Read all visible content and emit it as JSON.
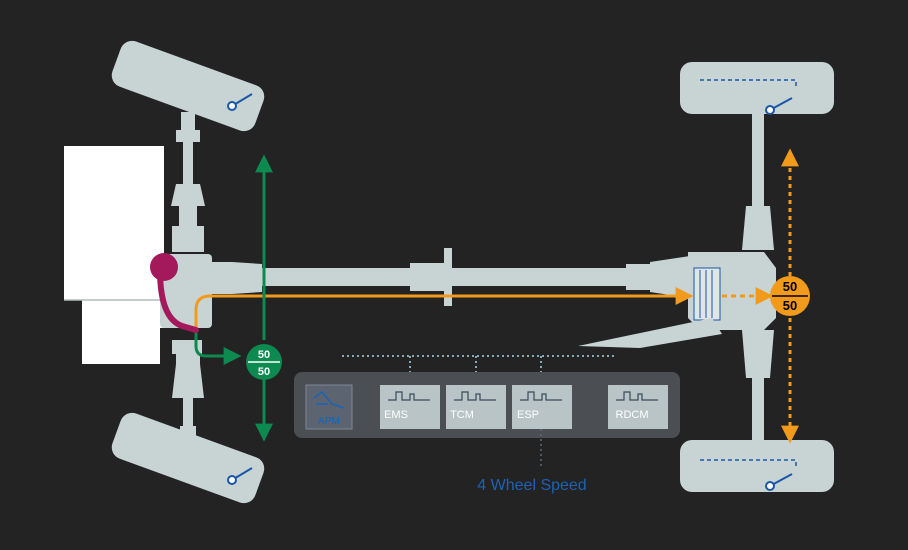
{
  "front_split": {
    "top": "50",
    "bottom": "50"
  },
  "rear_split": {
    "top": "50",
    "bottom": "50"
  },
  "modules": {
    "apm": "APM",
    "ems": "EMS",
    "tcm": "TCM",
    "esp": "ESP",
    "rdcm": "RDCM"
  },
  "caption": "4 Wheel Speed",
  "colors": {
    "background": "#232323",
    "component": "#c8d4d4",
    "front_flow": "#0d8a50",
    "rear_flow": "#f19a1b",
    "ptu": "#a3195b",
    "panel": "#4b4e52",
    "caption": "#1b63b4"
  }
}
